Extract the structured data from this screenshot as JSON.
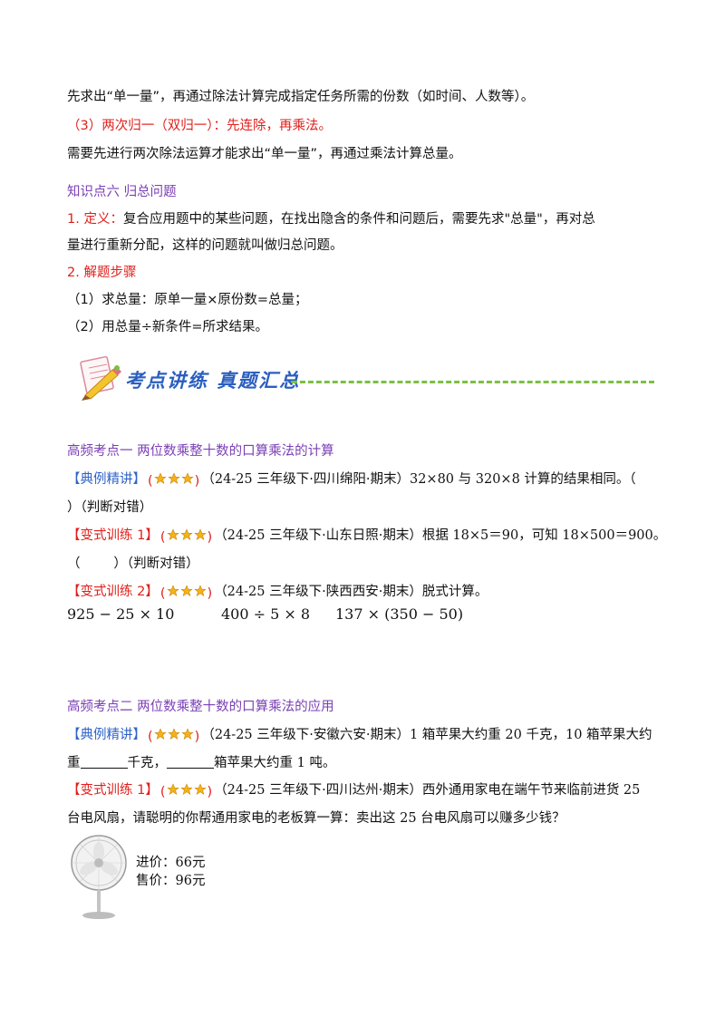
{
  "top": {
    "line1": "先求出“单一量”，再通过除法计算完成指定任务所需的份数（如时间、人数等）。",
    "line2_red": "（3）两次归一（双归一）：先连除，再乘法。",
    "line3": "需要先进行两次除法运算才能求出“单一量”，再通过乘法计算总量。"
  },
  "knowledge6": {
    "heading": "知识点六  归总问题",
    "def_label": "1.  定义：",
    "def_text1": "复合应用题中的某些问题，在找出隐含的条件和问题后，需要先求\"总量\"，再对总",
    "def_text2": "量进行重新分配，这样的问题就叫做归总问题。",
    "steps_label": "2.  解题步骤",
    "step1": "（1）求总量：原单一量×原份数=总量；",
    "step2": "（2）用总量÷新条件=所求结果。"
  },
  "banner": {
    "title": "考点讲练  真题汇总"
  },
  "section1": {
    "heading": "高频考点一  两位数乘整十数的口算乘法的计算",
    "ex_tag": "【典例精讲】",
    "ex_text1": "（24-25 三年级下·四川绵阳·期末）32×80 与 320×8 计算的结果相同。（",
    "ex_text2": "）（判断对错）",
    "v1_tag": "【变式训练 1】",
    "v1_text1": "（24-25 三年级下·山东日照·期末）根据 18×5＝90，可知 18×500＝900。",
    "v1_text2": "（        ）（判断对错）",
    "v2_tag": "【变式训练 2】",
    "v2_text": "（24-25 三年级下·陕西西安·期末）脱式计算。",
    "expr1": "925 − 25 × 10",
    "expr2": "400 ÷ 5 × 8",
    "expr3": "137 × (350 − 50)"
  },
  "section2": {
    "heading": "高频考点二  两位数乘整十数的口算乘法的应用",
    "ex_tag": "【典例精讲】",
    "ex_text1": "（24-25 三年级下·安徽六安·期末）1 箱苹果大约重 20 千克，10 箱苹果大约",
    "ex_text2a": "重",
    "ex_text2b": "千克，",
    "ex_text2c": "箱苹果大约重 1 吨。",
    "v1_tag": "【变式训练 1】",
    "v1_text1": "（24-25 三年级下·四川达州·期末）西外通用家电在端午节来临前进货 25",
    "v1_text2": "台电风扇，请聪明的你帮通用家电的老板算一算：卖出这 25 台电风扇可以赚多少钱？",
    "cost": "进价：66元",
    "sale": "售价：96元"
  },
  "colors": {
    "red": "#e0201c",
    "purple": "#7a3fb5",
    "blue": "#2f63c9",
    "star": "#f5b31a"
  }
}
